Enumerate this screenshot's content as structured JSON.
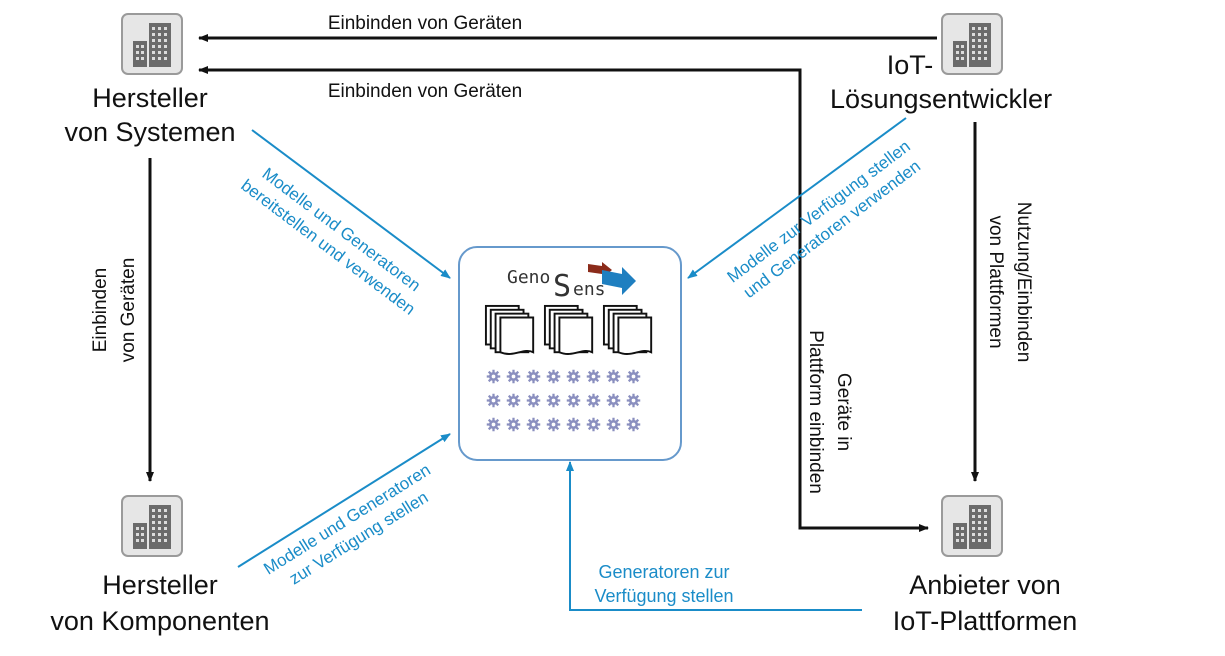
{
  "actors": {
    "system_manufacturer": {
      "line1": "Hersteller",
      "line2": "von Systemen",
      "icon": "building-icon"
    },
    "iot_solution_developer": {
      "line1": "IoT-",
      "line2": "Lösungsentwickler",
      "icon": "building-icon"
    },
    "component_manufacturer": {
      "line1": "Hersteller",
      "line2": "von Komponenten",
      "icon": "building-icon"
    },
    "iot_platform_provider": {
      "line1": "Anbieter von",
      "line2": "IoT-Plattformen",
      "icon": "building-icon"
    }
  },
  "center": {
    "logo_left": "Geno",
    "logo_big": "S",
    "logo_right": "ens"
  },
  "arrows": {
    "top_outer": "Einbinden von Geräten",
    "top_inner": "Einbinden von Geräten",
    "left_vertical": {
      "line1": "Einbinden",
      "line2": "von Geräten"
    },
    "right_vertical": {
      "line1": "Nutzung/Einbinden",
      "line2": "von Plattformen"
    },
    "platform_vertical": {
      "line1": "Geräte in",
      "line2": "Plattform einbinden"
    },
    "diag_top_left": {
      "line1": "Modelle und Generatoren",
      "line2": "bereitstellen und verwenden"
    },
    "diag_top_right": {
      "line1": "Modelle zur Verfügung stellen",
      "line2": "und Generatoren verwenden"
    },
    "diag_bottom_left": {
      "line1": "Modelle und Generatoren",
      "line2": "zur Verfügung stellen"
    },
    "bottom": {
      "line1": "Generatoren zur",
      "line2": "Verfügung stellen"
    }
  },
  "colors": {
    "black_arrow": "#111111",
    "blue_arrow": "#1a8cc8",
    "box_border": "#6699cc",
    "gear": "#8a8fbf"
  }
}
